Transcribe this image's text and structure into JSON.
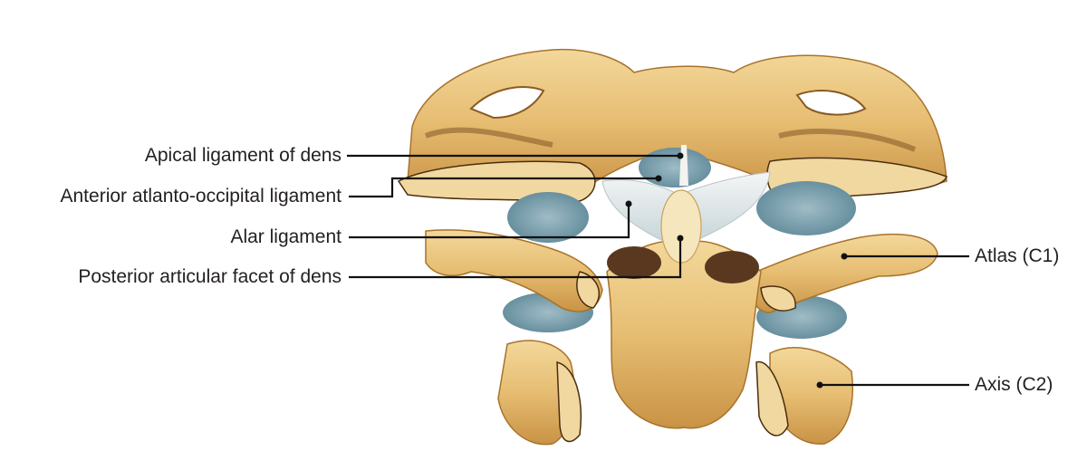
{
  "diagram": {
    "subject": "Craniovertebral ligaments — atlas and axis, posterior view",
    "colors": {
      "bone": "#e8c27a",
      "bone_light": "#f6e2b0",
      "bone_dark": "#a8732c",
      "ligament": "#e9eef0",
      "ligament_blue": "#6f95a3",
      "cavity": "#5a3820",
      "leader_line": "#111111",
      "text": "#231f20"
    },
    "labels_left": [
      {
        "id": "apical",
        "text": "Apical ligament of dens"
      },
      {
        "id": "anterior-ao",
        "text": "Anterior atlanto-occipital ligament"
      },
      {
        "id": "alar",
        "text": "Alar ligament"
      },
      {
        "id": "posterior-facet",
        "text": "Posterior articular facet of dens"
      }
    ],
    "labels_right": [
      {
        "id": "atlas",
        "text": "Atlas (C1)"
      },
      {
        "id": "axis",
        "text": "Axis (C2)"
      }
    ]
  }
}
